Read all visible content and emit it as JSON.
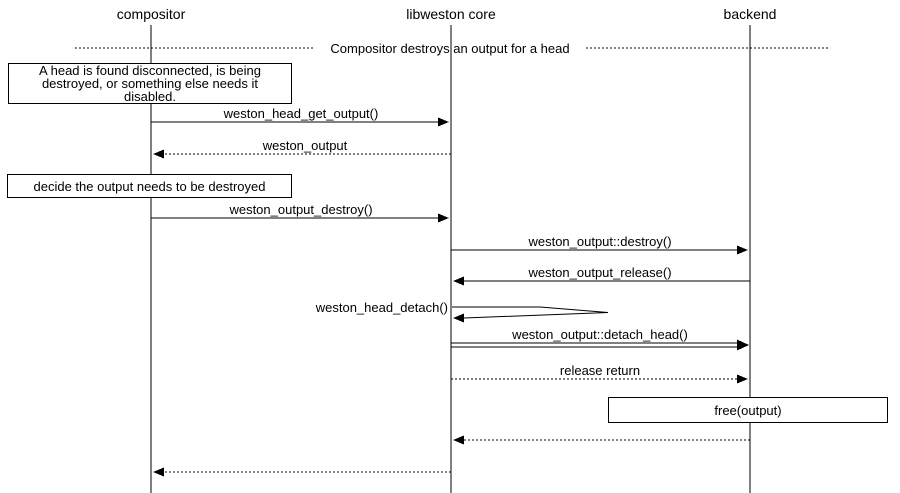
{
  "colors": {
    "line": "#000000",
    "background": "#ffffff"
  },
  "actors": [
    {
      "name": "compositor"
    },
    {
      "name": "libweston core"
    },
    {
      "name": "backend"
    }
  ],
  "divider": {
    "label": "Compositor destroys an output for a head"
  },
  "notes": {
    "disconnect_lines": [
      "A head is found disconnected, is being",
      "destroyed, or something else needs it",
      "disabled."
    ],
    "decide": "decide the output needs to be destroyed",
    "free": "free(output)"
  },
  "messages": {
    "head_get_output": "weston_head_get_output()",
    "weston_output_return": "weston_output",
    "output_destroy": "weston_output_destroy()",
    "backend_destroy": "weston_output::destroy()",
    "output_release": "weston_output_release()",
    "head_detach": "weston_head_detach()",
    "detach_head": "weston_output::detach_head()",
    "release_return": "release return"
  }
}
